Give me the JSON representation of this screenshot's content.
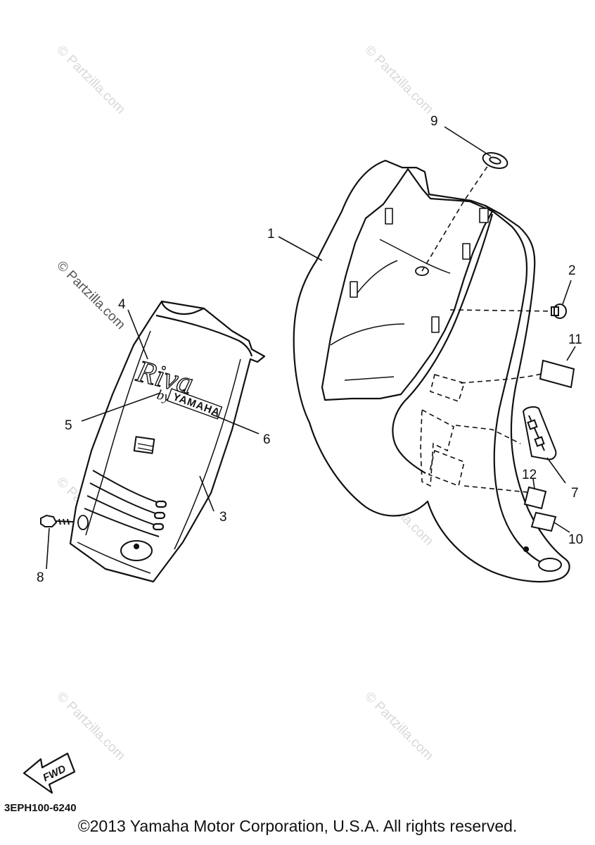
{
  "diagram": {
    "callouts": {
      "c1": "1",
      "c2": "2",
      "c3": "3",
      "c4": "4",
      "c5": "5",
      "c6": "6",
      "c7": "7",
      "c8": "8",
      "c9": "9",
      "c10": "10",
      "c11": "11",
      "c12": "12"
    },
    "logo": {
      "script": "Riva",
      "by": "by",
      "brand": "YAMAHA"
    },
    "fwd_label": "FWD",
    "diagram_code": "3EPH100-6240",
    "watermark": "© Partzilla.com"
  },
  "footer": {
    "copyright": "©2013 Yamaha Motor Corporation, U.S.A. All rights reserved."
  }
}
